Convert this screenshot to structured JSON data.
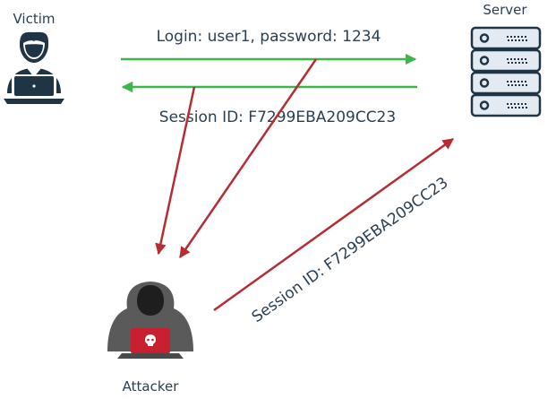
{
  "labels": {
    "victim": "Victim",
    "server": "Server",
    "attacker": "Attacker",
    "login": "Login: user1, password: 1234",
    "session_top": "Session ID: F7299EBA209CC23",
    "session_diag": "Session ID: F7299EBA209CC23"
  },
  "colors": {
    "legit_arrow": "#3cb54a",
    "attack_arrow": "#b72c33",
    "icon_dark": "#1f3546",
    "server_fill": "#e3eaf1",
    "hood": "#5a5a5a",
    "laptop_red": "#c8202f"
  },
  "icons": [
    "user-icon",
    "server-icon",
    "hacker-icon"
  ]
}
